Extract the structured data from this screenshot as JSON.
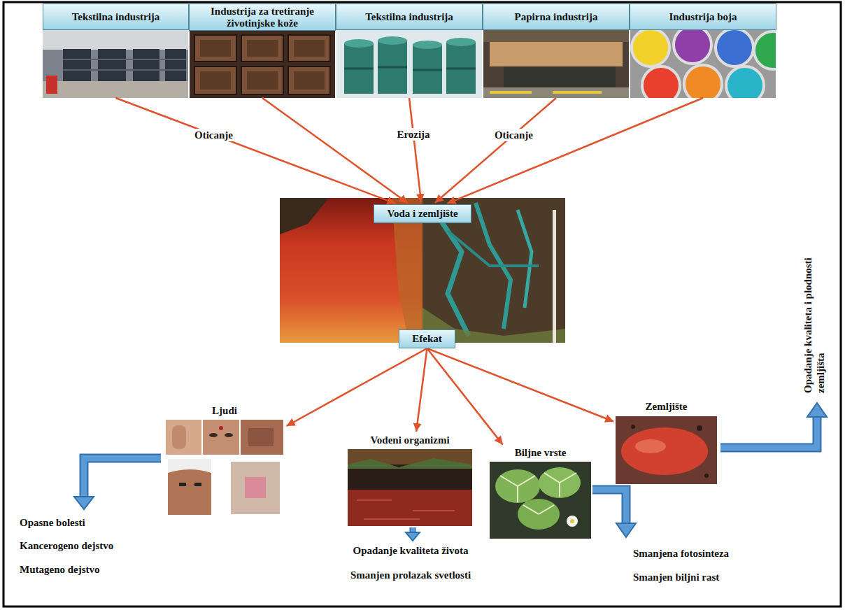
{
  "diagram": {
    "nodes": [
      {
        "text": [
          "Tekstilna industrija"
        ]
      },
      {
        "text": [
          "Industrija za tretiranje životinjske kože"
        ]
      },
      {
        "text": [
          "Tekstilna industrija"
        ]
      },
      {
        "text": [
          "Papirna industrija"
        ]
      },
      {
        "text": [
          "Industrija boja"
        ]
      },
      {
        "text": [
          "Voda i zemljište"
        ]
      },
      {
        "text": [
          "Efekat"
        ]
      },
      {
        "text": [
          "Ljudi"
        ]
      },
      {
        "text": [
          "Vodeni organizmi"
        ]
      },
      {
        "text": [
          "Biljne vrste"
        ]
      },
      {
        "text": [
          "Zemljište"
        ]
      }
    ],
    "edges": [
      {
        "from": 0,
        "to": 5,
        "arrow": "to",
        "label": "Oticanje"
      },
      {
        "from": 1,
        "to": 5,
        "arrow": "to"
      },
      {
        "from": 2,
        "to": 5,
        "arrow": "to",
        "label": "Erozija"
      },
      {
        "from": 3,
        "to": 5,
        "arrow": "to",
        "label": "Oticanje"
      },
      {
        "from": 4,
        "to": 5,
        "arrow": "to"
      },
      {
        "from": 6,
        "to": 7,
        "arrow": "to"
      },
      {
        "from": 6,
        "to": 8,
        "arrow": "to"
      },
      {
        "from": 6,
        "to": 9,
        "arrow": "to"
      },
      {
        "from": 6,
        "to": 10,
        "arrow": "to"
      }
    ],
    "labels": [
      "Opasne bolesti",
      "Kancerogeno dejstvo",
      "Mutageno dejstvo",
      "Opadanje kvaliteta života",
      "Smanjen prolazak svetlosti",
      "Smanjena fotosinteza",
      "Smanjen biljni rast",
      "Opadanje kvaliteta i plodnosti zemljišta"
    ]
  }
}
